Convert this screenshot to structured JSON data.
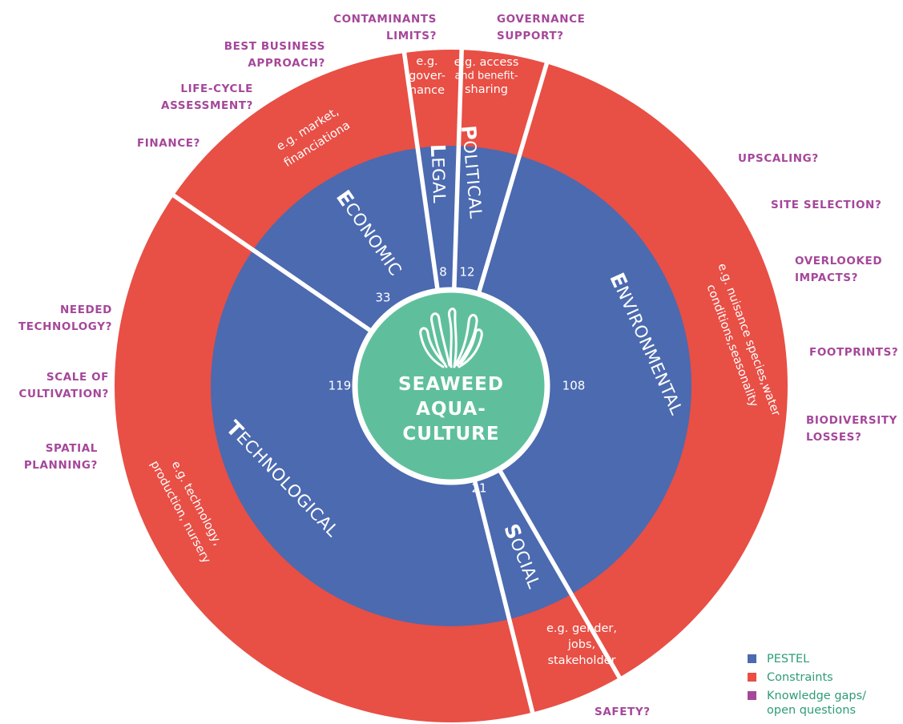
{
  "center": {
    "line1": "SEAWEED",
    "line2": "AQUA-",
    "line3": "CULTURE",
    "icon": "seaweed-icon"
  },
  "colors": {
    "pestel": "#4b6ab0",
    "constraints": "#e84f45",
    "center": "#5fbf9d",
    "questions": "#a5479a",
    "legend_text": "#2e9c78"
  },
  "segments": [
    {
      "key": "economic",
      "cap": "E",
      "rest": "CONOMIC",
      "count": "33",
      "example_lines": [
        "e.g. market,",
        "financiationa"
      ]
    },
    {
      "key": "legal",
      "cap": "L",
      "rest": "EGAL",
      "count": "8",
      "example_lines": [
        "e.g.",
        "gover-",
        "nance"
      ]
    },
    {
      "key": "political",
      "cap": "P",
      "rest": "OLITICAL",
      "count": "12",
      "example_lines": [
        "e.g. access",
        "and benefit-",
        "sharing"
      ]
    },
    {
      "key": "environmental",
      "cap": "E",
      "rest": "NVIRONMENTAL",
      "count": "108",
      "example_lines": [
        "e.g. nuisance species,water",
        "conditions,seasonality"
      ]
    },
    {
      "key": "social",
      "cap": "S",
      "rest": "OCIAL",
      "count": "21",
      "example_lines": [
        "e.g. gender,",
        "jobs,",
        "stakeholder"
      ]
    },
    {
      "key": "technological",
      "cap": "T",
      "rest": "ECHNOLOGICAL",
      "count": "119",
      "example_lines": [
        "e.g. technology,",
        "production, nursery"
      ]
    }
  ],
  "questions": [
    {
      "lines": [
        "CONTAMINANTS",
        "LIMITS?"
      ]
    },
    {
      "lines": [
        "GOVERNANCE",
        "SUPPORT?"
      ]
    },
    {
      "lines": [
        "BEST BUSINESS",
        "APPROACH?"
      ]
    },
    {
      "lines": [
        "LIFE-CYCLE",
        "ASSESSMENT?"
      ]
    },
    {
      "lines": [
        "FINANCE?"
      ]
    },
    {
      "lines": [
        "UPSCALING?"
      ]
    },
    {
      "lines": [
        "SITE SELECTION?"
      ]
    },
    {
      "lines": [
        "OVERLOOKED",
        "IMPACTS?"
      ]
    },
    {
      "lines": [
        "FOOTPRINTS?"
      ]
    },
    {
      "lines": [
        "BIODIVERSITY",
        "LOSSES?"
      ]
    },
    {
      "lines": [
        "NEEDED",
        "TECHNOLOGY?"
      ]
    },
    {
      "lines": [
        "SCALE OF",
        "CULTIVATION?"
      ]
    },
    {
      "lines": [
        "SPATIAL",
        "PLANNING?"
      ]
    },
    {
      "lines": [
        "SAFETY?"
      ]
    }
  ],
  "legend": [
    {
      "label": "PESTEL",
      "color": "#4b6ab0"
    },
    {
      "label": "Constraints",
      "color": "#e84f45"
    },
    {
      "label": "Knowledge gaps/ open questions",
      "color": "#a5479a"
    }
  ]
}
